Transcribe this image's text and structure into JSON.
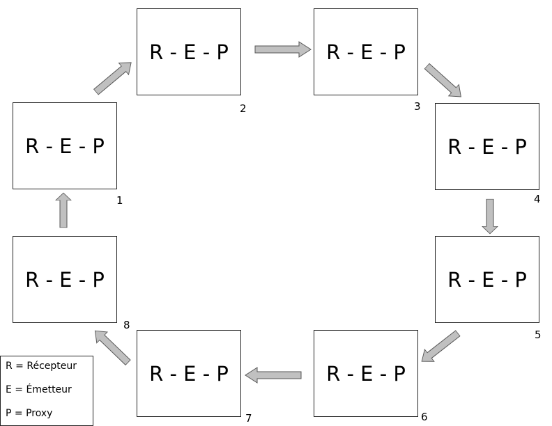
{
  "nodes": [
    {
      "id": 1,
      "label": "R - E - P",
      "number": "1"
    },
    {
      "id": 2,
      "label": "R - E - P",
      "number": "2"
    },
    {
      "id": 3,
      "label": "R - E - P",
      "number": "3"
    },
    {
      "id": 4,
      "label": "R - E - P",
      "number": "4"
    },
    {
      "id": 5,
      "label": "R - E - P",
      "number": "5"
    },
    {
      "id": 6,
      "label": "R - E - P",
      "number": "6"
    },
    {
      "id": 7,
      "label": "R - E - P",
      "number": "7"
    },
    {
      "id": 8,
      "label": "R - E - P",
      "number": "8"
    }
  ],
  "edges": [
    {
      "from": 1,
      "to": 2
    },
    {
      "from": 2,
      "to": 3
    },
    {
      "from": 3,
      "to": 4
    },
    {
      "from": 4,
      "to": 5
    },
    {
      "from": 5,
      "to": 6
    },
    {
      "from": 6,
      "to": 7
    },
    {
      "from": 7,
      "to": 8
    },
    {
      "from": 8,
      "to": 1
    }
  ],
  "legend": {
    "r": "R = Récepteur",
    "e": "E = Émetteur",
    "p": "P = Proxy"
  },
  "colors": {
    "arrow_fill": "#c0c0c0",
    "arrow_stroke": "#555555",
    "border": "#222222"
  }
}
